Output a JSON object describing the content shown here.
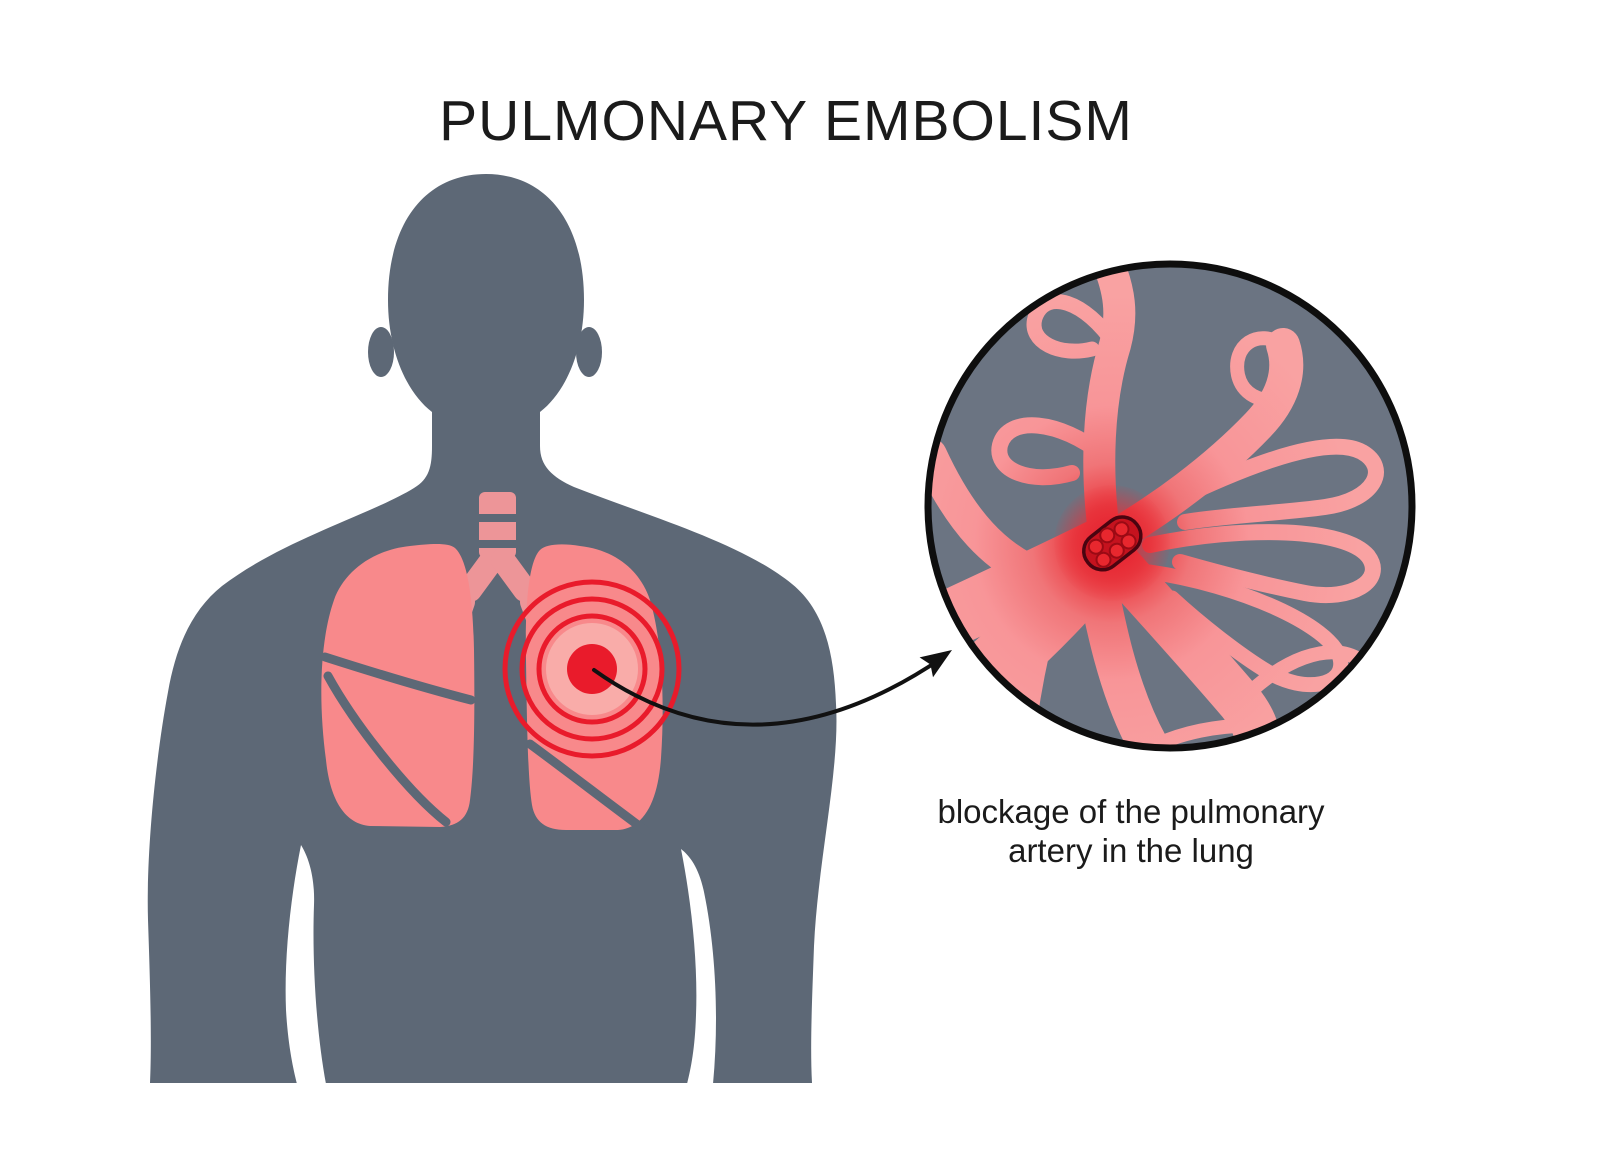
{
  "title": "PULMONARY EMBOLISM",
  "caption": {
    "line1": "blockage of the pulmonary",
    "line2": "artery in the lung"
  },
  "colors": {
    "background": "#FFFFFF",
    "body": "#5D6876",
    "circle_background": "#6B7482",
    "lung": "#F8898B",
    "trachea": "#ED9598",
    "pain_highlight": "#F9ACA9",
    "alert_red": "#E91B2B",
    "vessel_pink": "#F89C9C",
    "vessel_red": "#E5242E",
    "clot_fill": "#C5121E",
    "clot_cell": "#E8272E",
    "outline_black": "#0E0E0E",
    "text": "#1B1B1B"
  }
}
